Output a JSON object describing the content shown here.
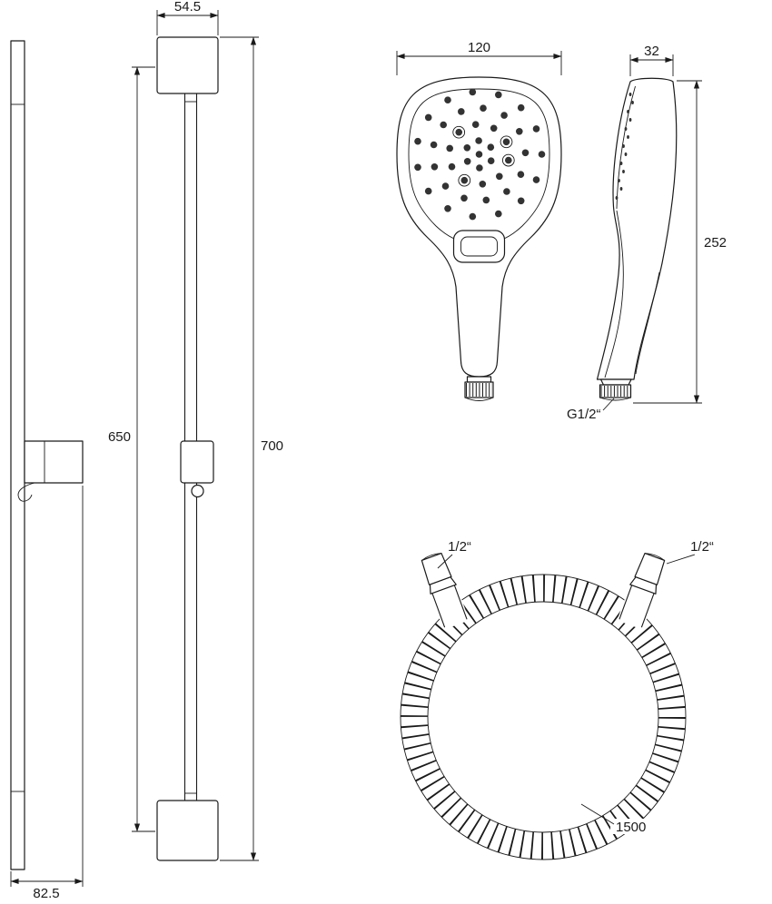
{
  "colors": {
    "line": "#1a1a1a",
    "background": "#ffffff",
    "nozzle_dot": "#333333"
  },
  "dimensions": {
    "rail_side_width": "82.5",
    "rail_bracket_width": "54.5",
    "rail_bar_length": "650",
    "rail_total_length": "700",
    "head_width": "120",
    "head_depth": "32",
    "head_length": "252",
    "head_thread": "G1/2“",
    "hose_conn_left": "1/2“",
    "hose_conn_right": "1/2“",
    "hose_length": "1500"
  }
}
